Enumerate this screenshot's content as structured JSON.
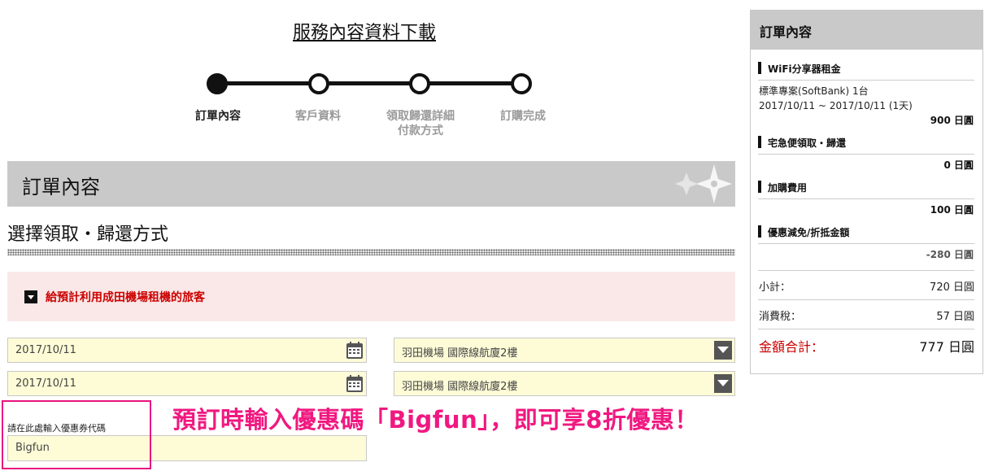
{
  "page_title": "服務內容資料下載",
  "steps": [
    {
      "label": "訂單內容",
      "active": true
    },
    {
      "label": "客戶資料",
      "active": false
    },
    {
      "label": "領取歸還詳細\n付款方式",
      "active": false
    },
    {
      "label": "訂購完成",
      "active": false
    }
  ],
  "section": {
    "title": "訂單內容",
    "subtitle": "選擇領取・歸還方式"
  },
  "notice": {
    "text": "給預計利用成田機場租機的旅客"
  },
  "pickup": {
    "date": "2017/10/11",
    "location": "羽田機場 國際線航廈2樓"
  },
  "return": {
    "date": "2017/10/11",
    "location": "羽田機場 國際線航廈2樓"
  },
  "coupon": {
    "label": "請在此處輸入優惠券代碼",
    "value": "Bigfun"
  },
  "promo_text": "預訂時輸入優惠碼「Bigfun」，即可享8折優惠！",
  "sidebar": {
    "title": "訂單內容",
    "wifi": {
      "heading": "WiFi分享器租金",
      "plan": "標準專案(SoftBank) 1台",
      "period": "2017/10/11 ~ 2017/10/11 (1天)",
      "amount": "900 日圓"
    },
    "delivery": {
      "heading": "宅急便領取・歸還",
      "amount": "0 日圓"
    },
    "addon": {
      "heading": "加購費用",
      "amount": "100 日圓"
    },
    "discount": {
      "heading": "優惠減免/折抵金額",
      "amount": "-280 日圓"
    },
    "subtotal": {
      "label": "小計：",
      "value": "720 日圓"
    },
    "tax": {
      "label": "消費稅：",
      "value": "57 日圓"
    },
    "total": {
      "label": "金額合計：",
      "value": "777 日圓"
    }
  },
  "colors": {
    "accent_pink": "#f01880",
    "alert_red": "#cc0000",
    "header_gray": "#c9c9c9",
    "field_yellow": "#fefcd7"
  }
}
